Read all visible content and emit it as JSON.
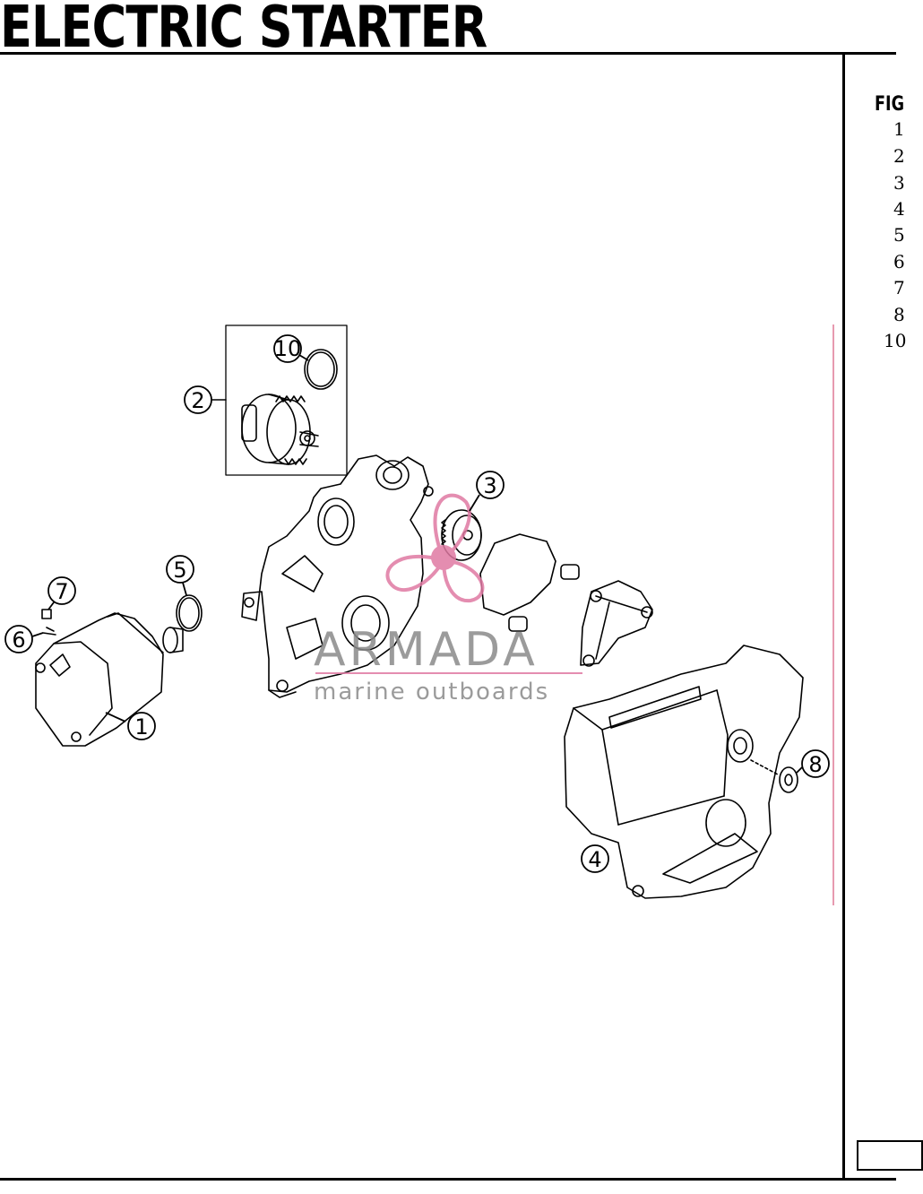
{
  "title": "ELECTRIC STARTER",
  "side_panel": {
    "heading": "FIG",
    "figure_numbers": [
      "1",
      "2",
      "3",
      "4",
      "5",
      "6",
      "7",
      "8",
      "10"
    ]
  },
  "callouts": {
    "c1": "1",
    "c2": "2",
    "c3": "3",
    "c4": "4",
    "c5": "5",
    "c6": "6",
    "c7": "7",
    "c8": "8",
    "c10": "10"
  },
  "watermark": {
    "brand": "ARMADA",
    "tagline": "marine outboards"
  },
  "colors": {
    "ink": "#000000",
    "watermark_pink": "#e07aa3",
    "watermark_grey": "#8a8a8a",
    "margin_line": "#e79ab0"
  }
}
